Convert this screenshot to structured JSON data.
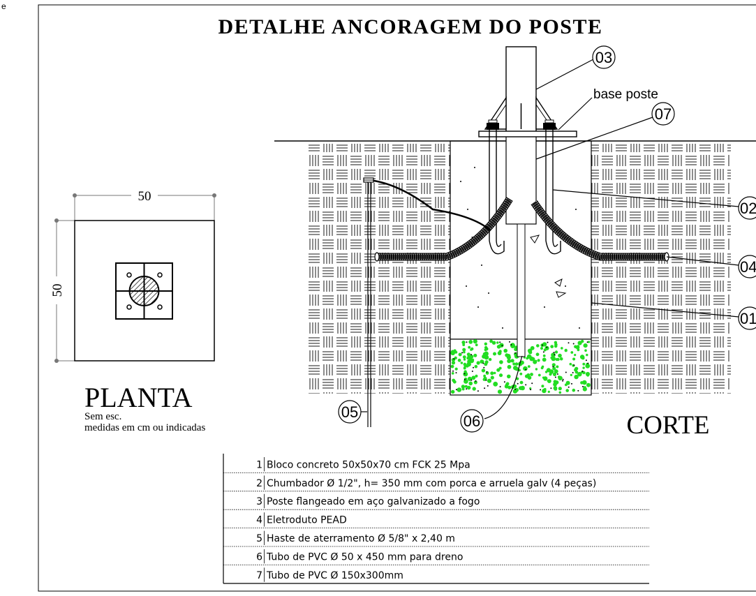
{
  "corner_tag": "e",
  "title": "DETALHE ANCORAGEM DO POSTE",
  "plan": {
    "dim_horizontal": "50",
    "dim_vertical": "50",
    "heading": "PLANTA",
    "note_line1": "Sem esc.",
    "note_line2": "medidas em cm ou indicadas"
  },
  "section": {
    "heading": "CORTE",
    "base_label": "base poste",
    "callouts": {
      "c03": "03",
      "c07": "07",
      "c02": "02",
      "c04": "04",
      "c01": "01",
      "c05": "05",
      "c06": "06"
    }
  },
  "legend": [
    {
      "num": "1",
      "text": "Bloco concreto 50x50x70 cm FCK 25 Mpa"
    },
    {
      "num": "2",
      "text": "Chumbador Ø  1/2\", h= 350 mm com porca e arruela galv (4 peças)"
    },
    {
      "num": "3",
      "text": "Poste flangeado em aço galvanizado a fogo"
    },
    {
      "num": "4",
      "text": "Eletroduto PEAD"
    },
    {
      "num": "5",
      "text": "Haste de aterramento  Ø 5/8\" x 2,40 m"
    },
    {
      "num": "6",
      "text": "Tubo de PVC Ø 50 x 450 mm para dreno"
    },
    {
      "num": "7",
      "text": "Tubo de PVC Ø 150x300mm"
    }
  ],
  "colors": {
    "line": "#000000",
    "gravel_green": "#22dd22",
    "background": "#ffffff"
  }
}
